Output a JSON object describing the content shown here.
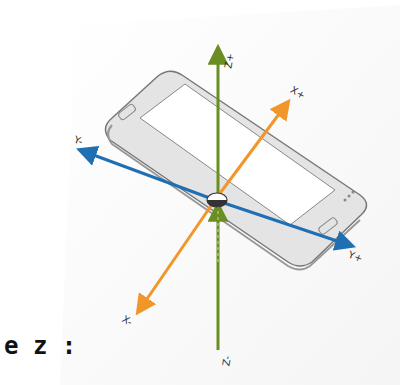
{
  "diagram": {
    "labels": [
      "Z+",
      "Y-",
      "X+",
      "Y+",
      "X-",
      "Z-",
      "e z :"
    ]
  }
}
